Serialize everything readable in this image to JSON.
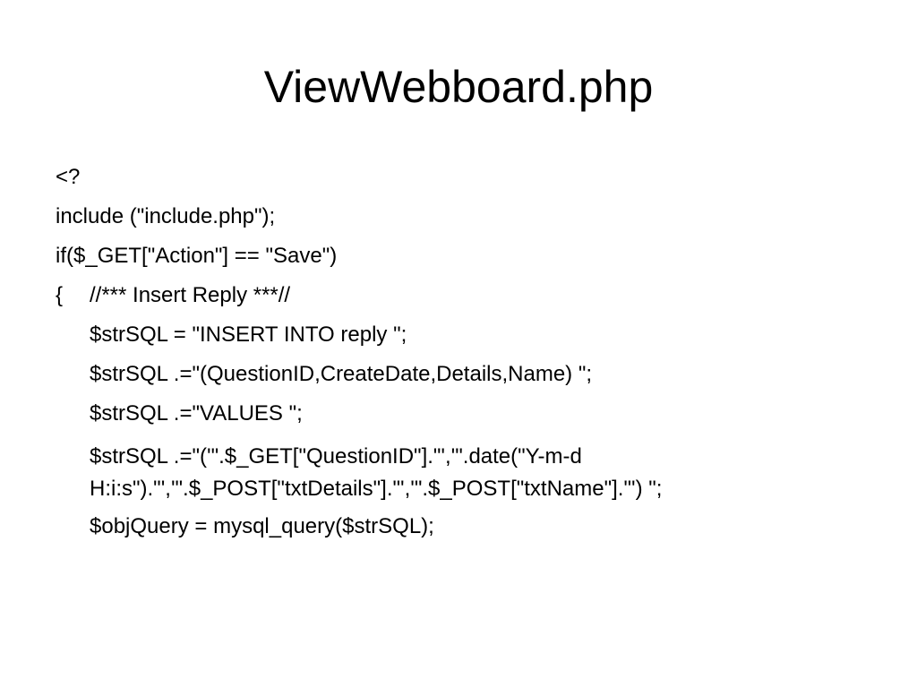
{
  "slide": {
    "title": "ViewWebboard.php",
    "code": {
      "open_tag": "<?",
      "include": "include (\"include.php\");",
      "if_statement": "if($_GET[\"Action\"] == \"Save\")",
      "brace": "{",
      "comment": "//*** Insert Reply ***//",
      "sql_insert": "$strSQL = \"INSERT INTO reply \";",
      "sql_columns": "$strSQL .=\"(QuestionID,CreateDate,Details,Name) \";",
      "sql_values": "$strSQL .=\"VALUES \";",
      "sql_data": "$strSQL .=\"('\".$_GET[\"QuestionID\"].\"','\".date(\"Y-m-d H:i:s\").\"','\".$_POST[\"txtDetails\"].\"','\".$_POST[\"txtName\"].\"') \";",
      "query": "$objQuery = mysql_query($strSQL);"
    }
  }
}
